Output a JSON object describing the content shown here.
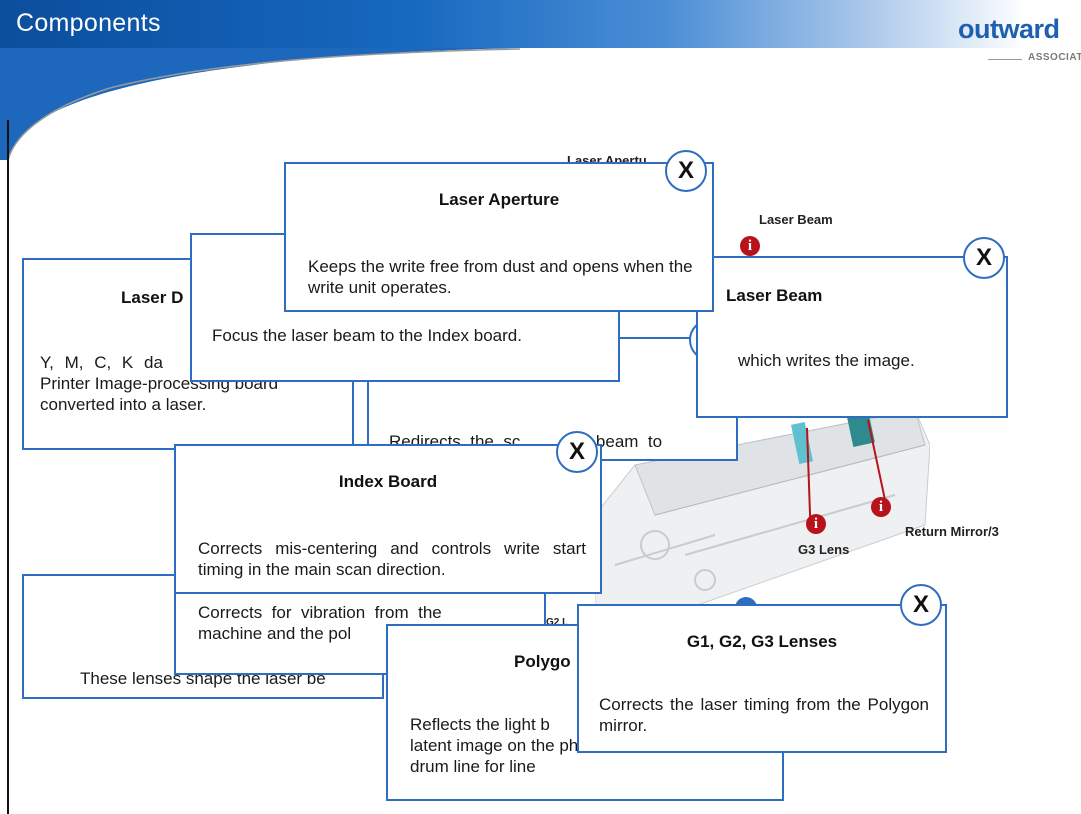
{
  "header": {
    "title": "Components",
    "logo_main": "outward",
    "logo_sub": "ASSOCIATE"
  },
  "diagram": {
    "labels": {
      "laser_aperture": "Laser Apertu",
      "laser_beam": "Laser Beam",
      "return_mirror": "Return Mirror/3",
      "g3_lens": "G3 Lens",
      "g2_partial": "G2 L"
    },
    "info_icon_glyph": "i",
    "marker_color": "#b8121b"
  },
  "popups": {
    "laser_diode": {
      "title": "Laser D",
      "body_lines": [
        "Y,  M,  C,  K  da",
        "Printer Image-processing board",
        "converted into a laser."
      ]
    },
    "lens_focus": {
      "body": "Focus the laser beam to the Index board."
    },
    "laser_aperture": {
      "title": "Laser Aperture",
      "body": "Keeps the write free from dust and opens when the write unit operates.",
      "close_label": "X"
    },
    "laser_beam": {
      "title": "Laser Beam",
      "body": "which writes the image.",
      "close_label": "X"
    },
    "return_mirror": {
      "body": "Redirects  the  sc          ng  beam  to",
      "close_label": "X"
    },
    "index_board": {
      "title": "Index Board",
      "body": "Corrects mis-centering and controls write start timing in the main scan direction.",
      "close_label": "X"
    },
    "vibration": {
      "body_lines": [
        "Corrects  for  vibration  from  the",
        "machine and the pol"
      ]
    },
    "shaping_lenses": {
      "body": "These lenses shape the laser be"
    },
    "polygon": {
      "title": "Polygo",
      "body_lines": [
        "Reflects the light b",
        "latent image on the photoconductor",
        "drum line for line"
      ]
    },
    "g_lenses": {
      "title": "G1, G2, G3 Lenses",
      "body": "Corrects the laser timing from the Polygon mirror.",
      "close_label": "X"
    }
  },
  "colors": {
    "accent": "#2f6dc1",
    "header_blue": "#0b4e9c",
    "info_red": "#b8121b"
  }
}
